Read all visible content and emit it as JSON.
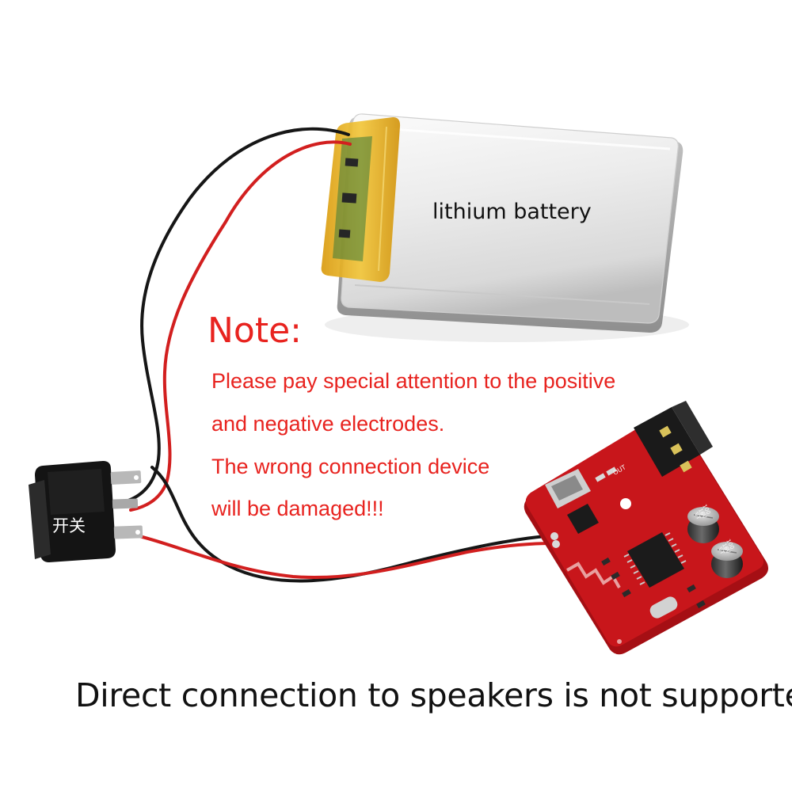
{
  "labels": {
    "battery": "lithium battery",
    "switch": "开关"
  },
  "note": {
    "title": "Note:",
    "lines": [
      "Please pay special attention to the positive",
      "and negative electrodes.",
      "The wrong connection device",
      "will be damaged!!!"
    ]
  },
  "caption": "Direct connection to speakers is not supported",
  "components": {
    "capacitor_marking": [
      "100",
      "16V",
      "VT"
    ],
    "jack_marking": "OUT"
  },
  "colors": {
    "note_text": "#e8231f",
    "board": "#c8161b",
    "wire_red": "#d21f1f",
    "wire_black": "#161616",
    "battery_tape": "#e9b21a"
  }
}
